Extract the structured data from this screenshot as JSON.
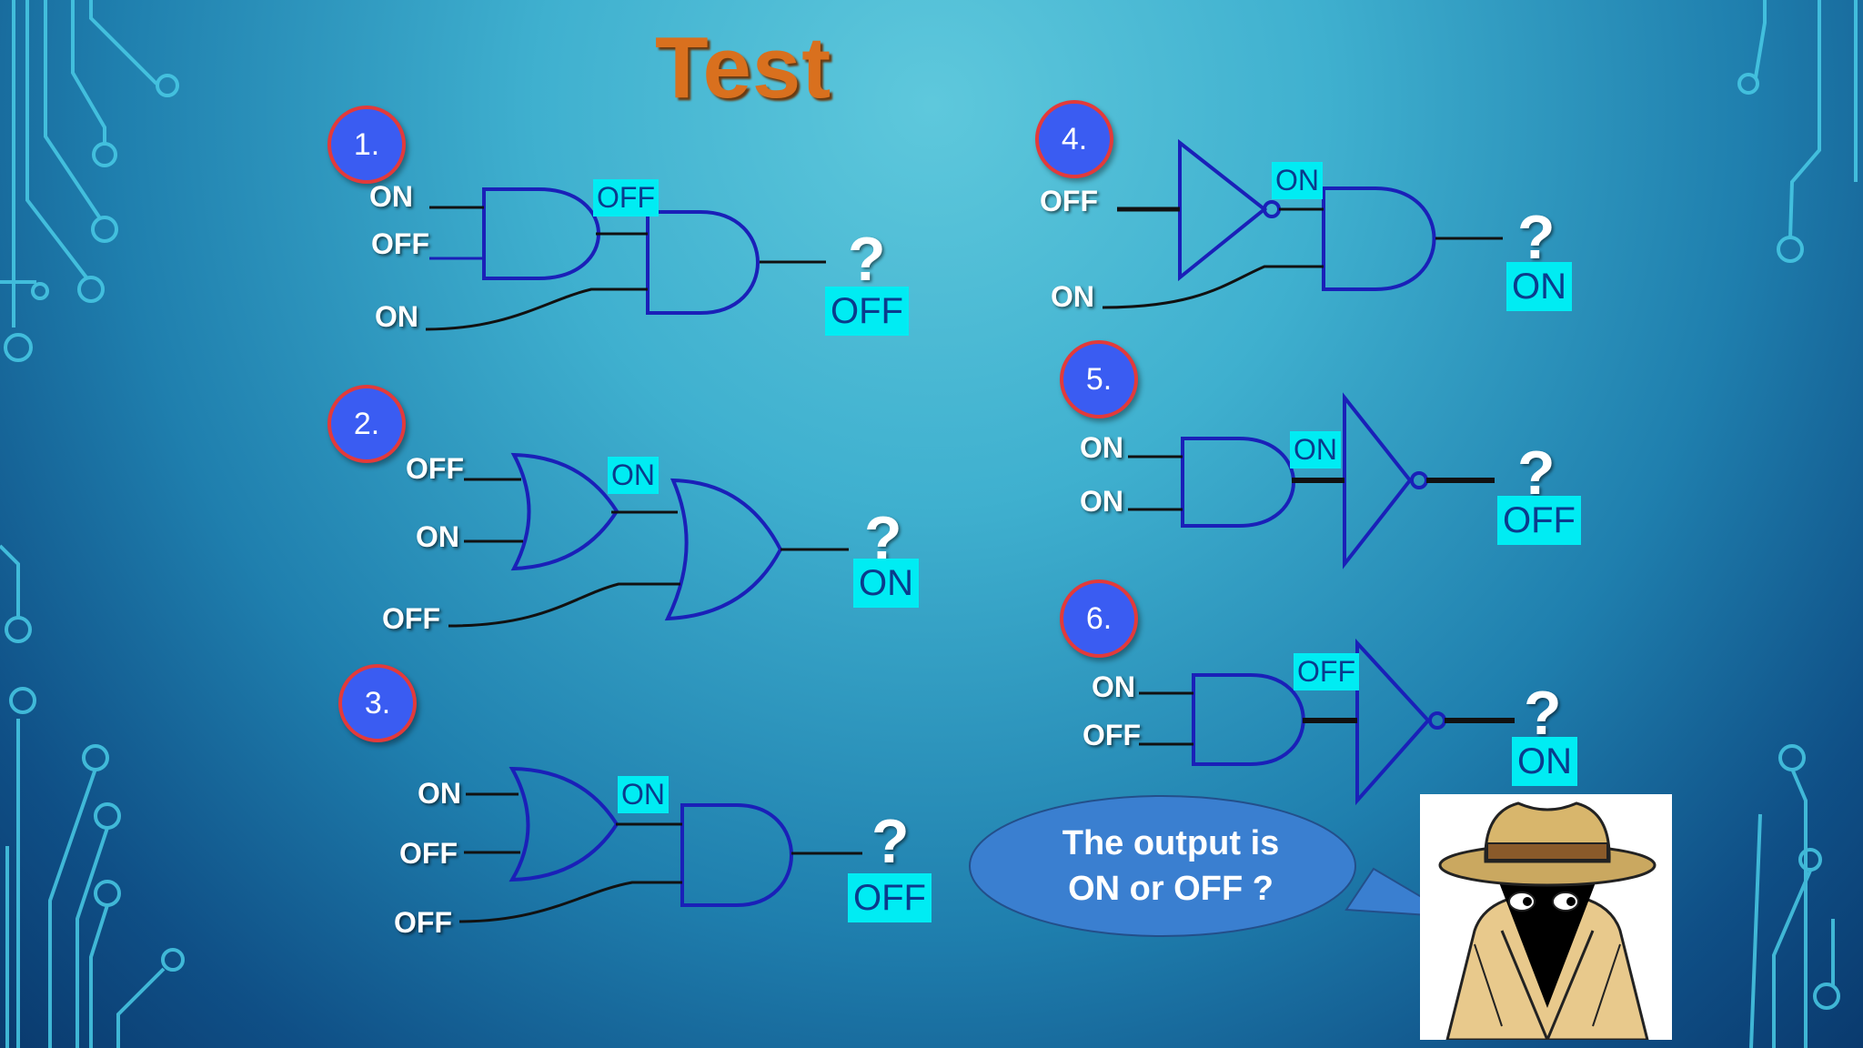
{
  "title": "Test",
  "speech": {
    "line1": "The output is",
    "line2": "ON or OFF ?"
  },
  "question_mark": "?",
  "problems": [
    {
      "number": "1.",
      "inputs": [
        "ON",
        "OFF",
        "ON"
      ],
      "intermediate": "OFF",
      "answer": "OFF"
    },
    {
      "number": "2.",
      "inputs": [
        "OFF",
        "ON",
        "OFF"
      ],
      "intermediate": "ON",
      "answer": "ON"
    },
    {
      "number": "3.",
      "inputs": [
        "ON",
        "OFF",
        "OFF"
      ],
      "intermediate": "ON",
      "answer": "OFF"
    },
    {
      "number": "4.",
      "inputs": [
        "OFF",
        "ON"
      ],
      "intermediate": "ON",
      "answer": "ON"
    },
    {
      "number": "5.",
      "inputs": [
        "ON",
        "ON"
      ],
      "intermediate": "ON",
      "answer": "OFF"
    },
    {
      "number": "6.",
      "inputs": [
        "ON",
        "OFF"
      ],
      "intermediate": "OFF",
      "answer": "ON"
    }
  ],
  "colors": {
    "gate_stroke": "#1a20b8",
    "wire": "#111111",
    "circuit_trace": "#49cbe6",
    "tag_bg": "#00ecf3",
    "number_circle": "#3a5cf2",
    "title": "#d9701e",
    "bubble": "#3a7fd0"
  },
  "icons": [
    "circuit-trace-decoration",
    "spy-character-icon",
    "speech-bubble"
  ]
}
